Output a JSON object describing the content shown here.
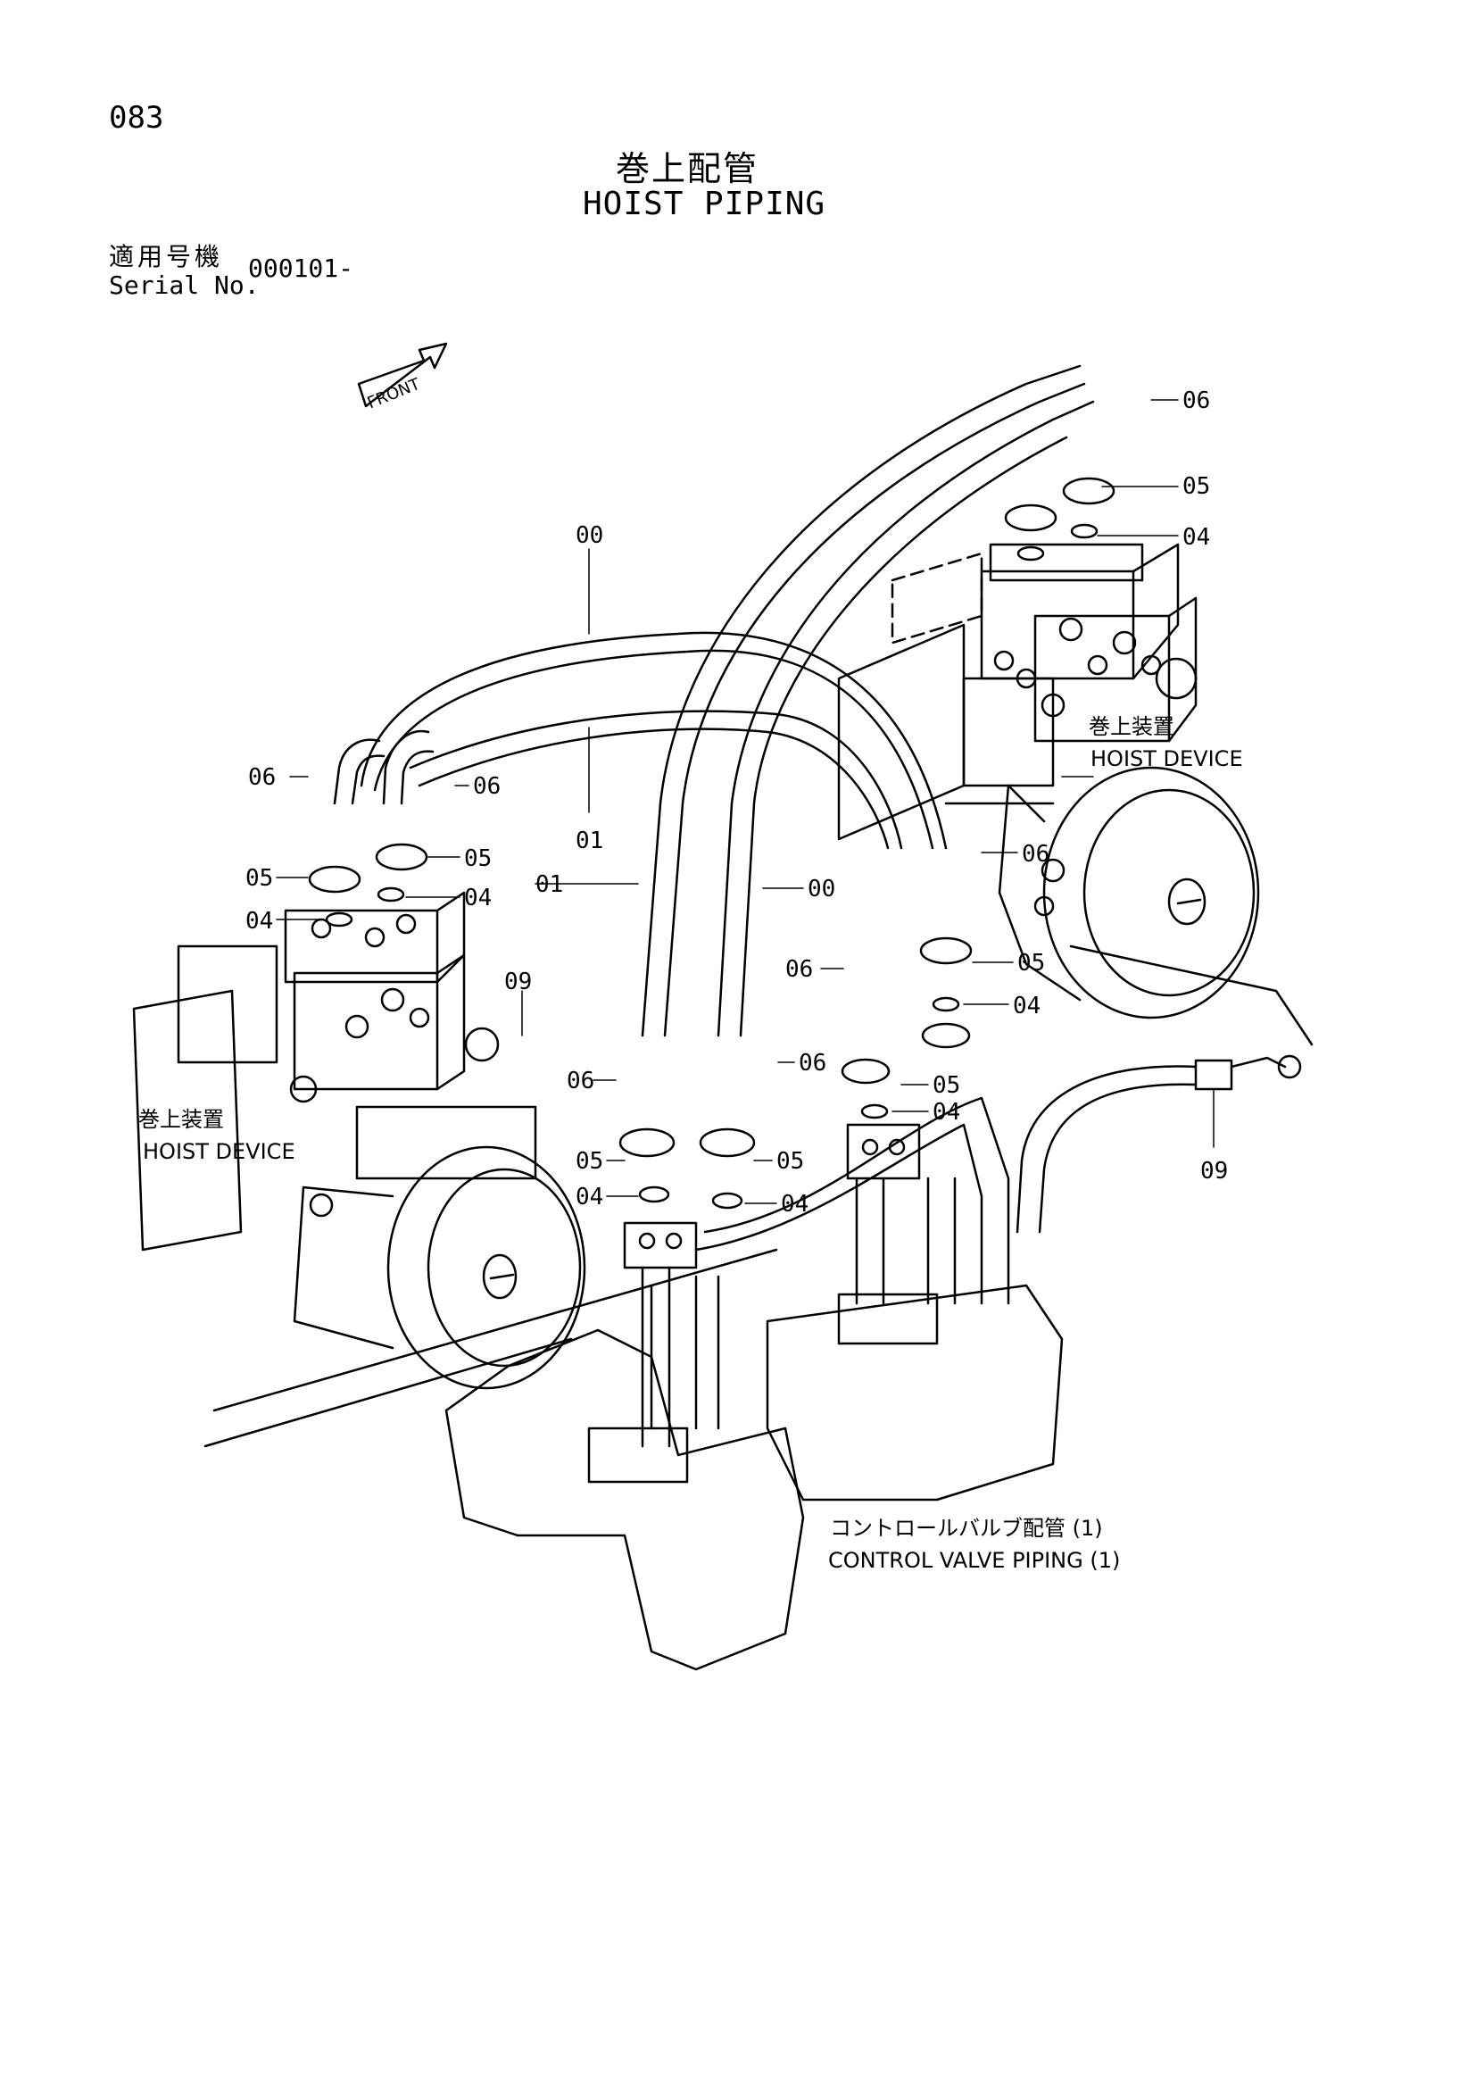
{
  "page_number": "083",
  "title_jp": "巻上配管",
  "title_en": "HOIST PIPING",
  "serial_label_jp": "適用号機",
  "serial_label_en": "Serial No.",
  "serial_value": "000101-",
  "front_label": "FRONT",
  "device_labels": {
    "right_jp": "巻上装置",
    "right_en": "HOIST DEVICE",
    "left_jp": "巻上装置",
    "left_en": "HOIST DEVICE",
    "control_jp": "コントロールバルブ配管 (1)",
    "control_en": "CONTROL VALVE PIPING (1)"
  },
  "callouts": {
    "c06_tr": "06",
    "c05_tr": "05",
    "c04_tr": "04",
    "c00_top": "00",
    "c01_mid": "01",
    "c06_l1": "06",
    "c06_l2": "06",
    "c05_l1": "05",
    "c05_l2": "05",
    "c04_l1": "04",
    "c04_l2": "04",
    "c01_b": "01",
    "c00_b": "00",
    "c09_l": "09",
    "c06_r": "06",
    "c05_r": "05",
    "c04_r": "04",
    "c06_c1": "06",
    "c06_c2": "06",
    "c06_c3": "06",
    "c05_c1": "05",
    "c05_c2": "05",
    "c05_c3": "05",
    "c04_c1": "04",
    "c04_c2": "04",
    "c04_c3": "04",
    "c09_r": "09"
  }
}
